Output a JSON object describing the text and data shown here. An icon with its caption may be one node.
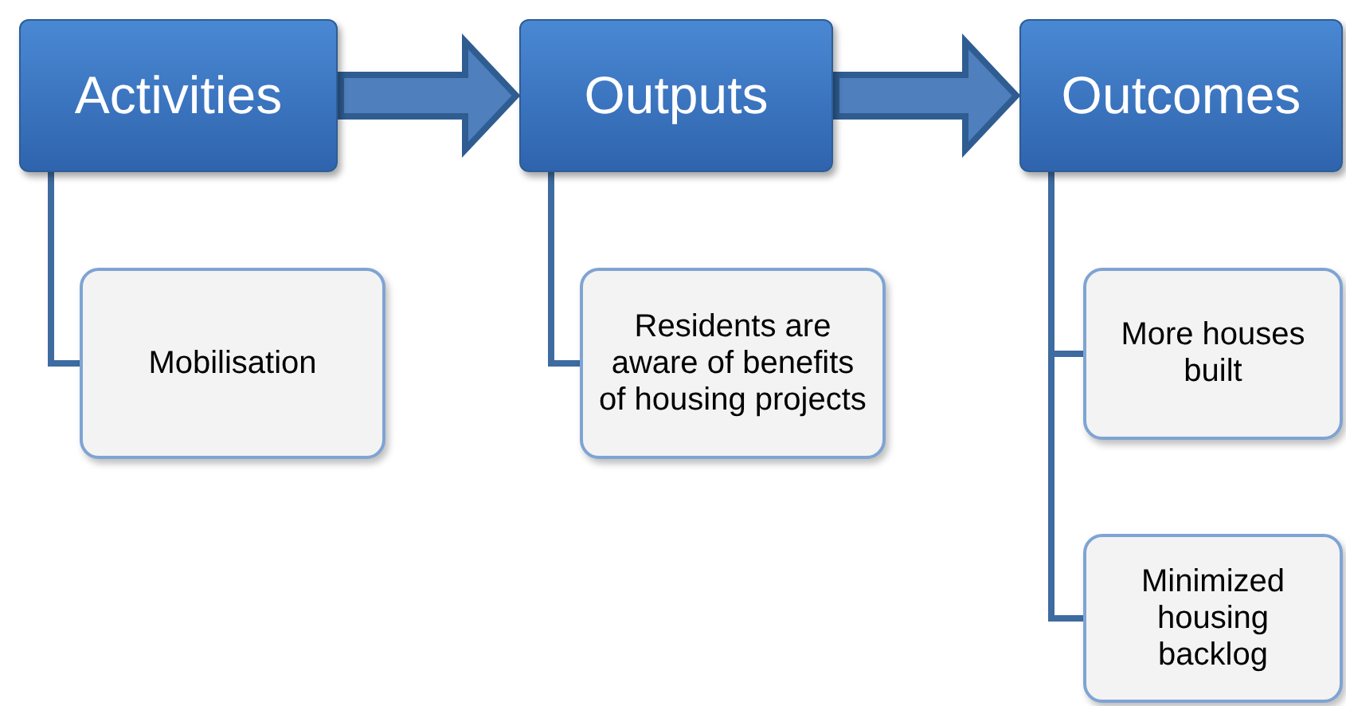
{
  "diagram": {
    "nodes": [
      {
        "text": [
          "Activities"
        ]
      },
      {
        "text": [
          "Outputs"
        ]
      },
      {
        "text": [
          "Outcomes"
        ]
      },
      {
        "text": [
          "Mobilisation"
        ]
      },
      {
        "text": [
          "Residents are aware of benefits of housing projects"
        ]
      },
      {
        "text": [
          "More houses built"
        ]
      },
      {
        "text": [
          "Minimized housing backlog"
        ]
      }
    ],
    "edges": [
      {
        "from": 0,
        "to": 1,
        "arrow": "to",
        "style": "thick"
      },
      {
        "from": 1,
        "to": 2,
        "arrow": "to",
        "style": "thick"
      },
      {
        "from": 0,
        "to": 3,
        "arrow": "none"
      },
      {
        "from": 1,
        "to": 4,
        "arrow": "none"
      },
      {
        "from": 2,
        "to": 5,
        "arrow": "none"
      },
      {
        "from": 2,
        "to": 6,
        "arrow": "none"
      }
    ]
  }
}
